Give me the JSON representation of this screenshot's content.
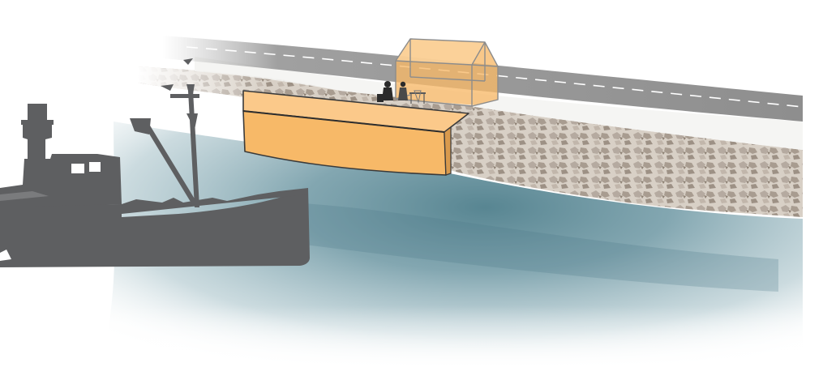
{
  "scene": {
    "colors": {
      "background": "#ffffff",
      "water_light": "#cfdfe3",
      "water_dark": "#5f8a96",
      "riprap": "#c9bfb4",
      "road": "#9a9a9a",
      "road_marking": "#ffffff",
      "pier": "#f7b968",
      "pier_outline": "#3a3a3a",
      "pavilion": "#f7b968",
      "ship_silhouette": "#5e5f61"
    },
    "elements": [
      "water",
      "rock-embankment",
      "coastal-road",
      "floating-pier",
      "glass-pavilion",
      "people-silhouettes",
      "ship-silhouette"
    ]
  }
}
